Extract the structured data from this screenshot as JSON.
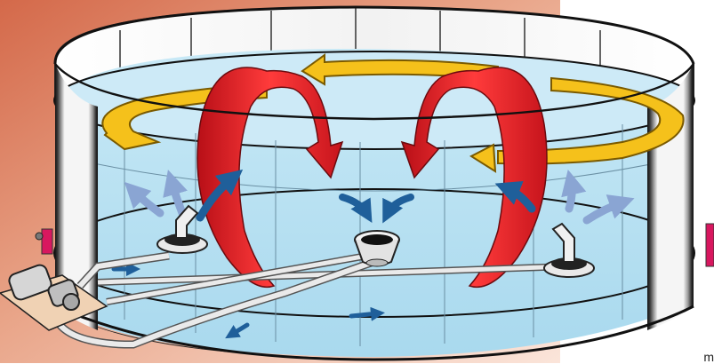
{
  "diagram": {
    "corner_text": "m",
    "colors": {
      "background_left": "#e8a488",
      "background_right": "#fbe4d8",
      "background_dark": "#cf5a3a",
      "liquid": "#bfe3f2",
      "liquid_dark": "#9fd0e6",
      "tank_wall_dark": "#1a1a1a",
      "tank_wall_light": "#f4f4f4",
      "vertical_circulation": "#e8222a",
      "horizontal_circulation": "#f5c11b",
      "jet_flow_strong": "#1f5f9a",
      "jet_flow_light": "#7f9ccc",
      "flange": "#d8175f",
      "pipe": "#e8e8e8"
    },
    "icons": {
      "vertical_loop": "red-circulation-loop-arrow",
      "horizontal_loop": "yellow-swirl-arrow",
      "jet": "blue-flow-arrow",
      "pump": "pump-motor",
      "nozzle": "mixing-nozzle",
      "suction": "suction-inlet"
    }
  }
}
